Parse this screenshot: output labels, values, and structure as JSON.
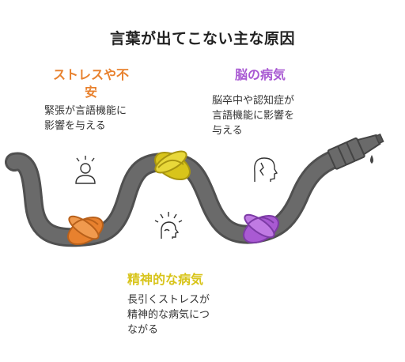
{
  "title": "言葉が出てこない主な原因",
  "colors": {
    "stress": "#e8812e",
    "brain": "#a95ad3",
    "mental": "#d8c41a",
    "hose": "#5b5b5b"
  },
  "causes": [
    {
      "heading_lines": [
        "ストレスや不",
        "安"
      ],
      "desc_lines": [
        "緊張が言語機能に",
        "影響を与える"
      ],
      "icon": "stressed-person-icon"
    },
    {
      "heading_lines": [
        "脳の病気"
      ],
      "desc_lines": [
        "脳卒中や認知症が",
        "言語機能に影響を",
        "与える"
      ],
      "icon": "head-profile-icon"
    },
    {
      "heading_lines": [
        "精神的な病気"
      ],
      "desc_lines": [
        "長引くストレスが",
        "精神的な病気につ",
        "ながる"
      ],
      "icon": "stressed-head-icon"
    }
  ],
  "nozzle_icon": "hose-nozzle-icon"
}
